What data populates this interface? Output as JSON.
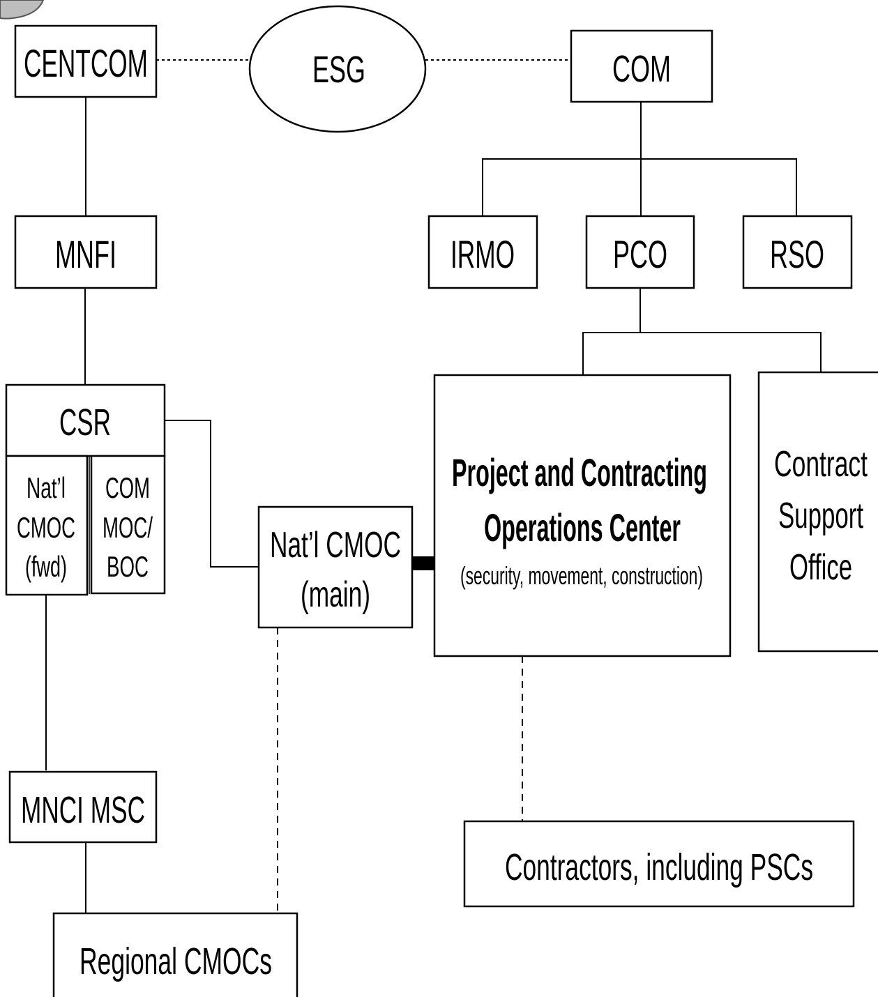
{
  "nodes": {
    "centcom": "CENTCOM",
    "esg": "ESG",
    "com": "COM",
    "mnfi": "MNFI",
    "irmo": "IRMO",
    "pco": "PCO",
    "rso": "RSO",
    "csr": "CSR",
    "natl_cmoc_fwd": [
      "Nat’l",
      "CMOC",
      "(fwd)"
    ],
    "com_moc_boc": [
      "COM",
      "MOC/",
      "BOC"
    ],
    "natl_cmoc_main": [
      "Nat’l CMOC",
      "(main)"
    ],
    "pcoc": {
      "title_line1": "Project and Contracting",
      "title_line2": "Operations Center",
      "subtitle": "(security, movement, construction)"
    },
    "cso": [
      "Contract",
      "Support",
      "Office"
    ],
    "mnci_msc": "MNCI MSC",
    "contractors": "Contractors, including PSCs",
    "regional_cmocs": "Regional CMOCs"
  }
}
